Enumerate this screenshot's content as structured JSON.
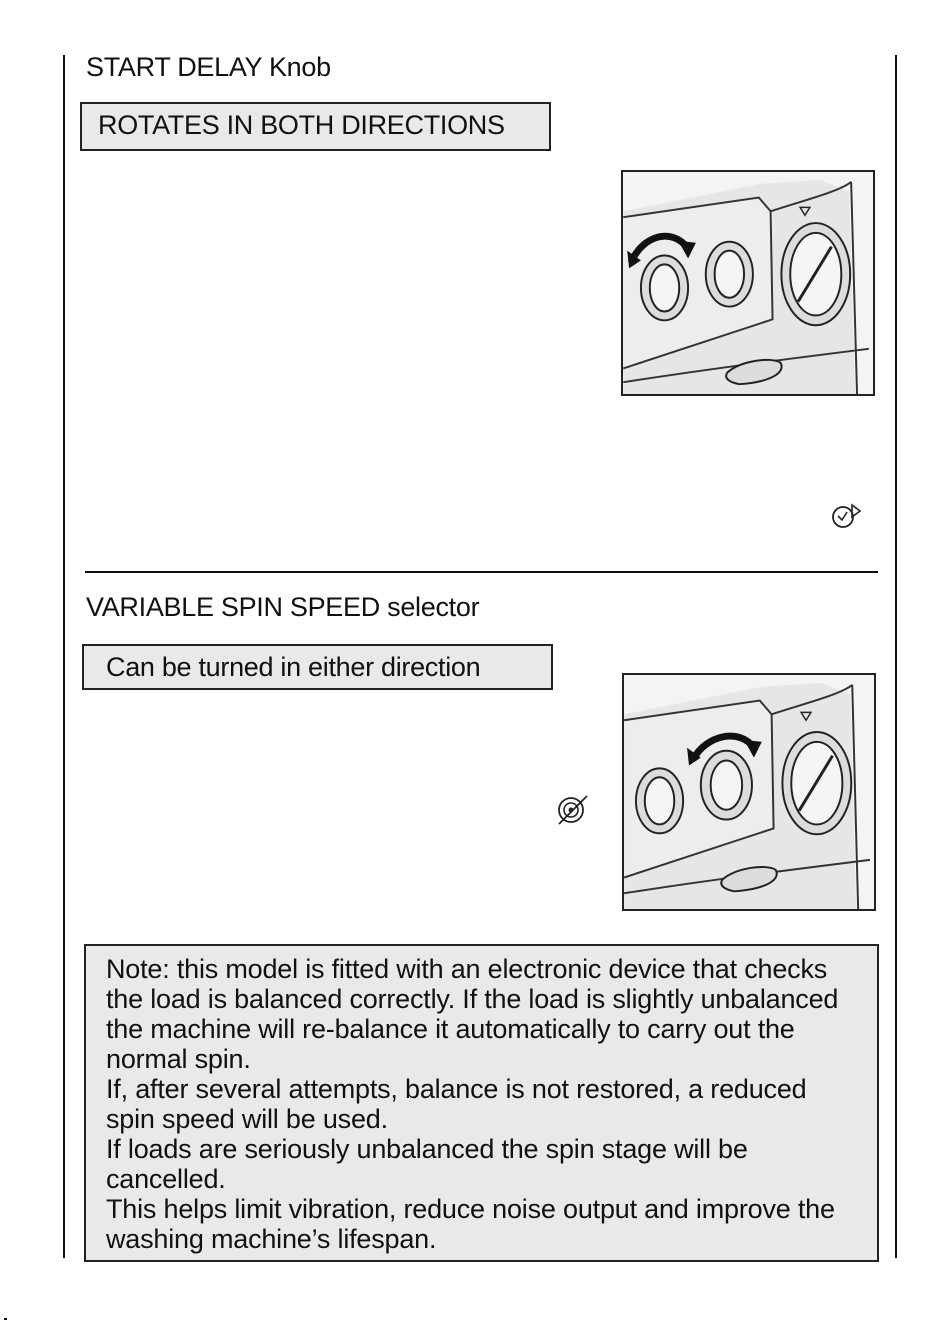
{
  "section1": {
    "title": "START DELAY Knob",
    "label": "ROTATES IN BOTH DIRECTIONS",
    "icon": "start-delay-icon"
  },
  "section2": {
    "title_main": "VARIABLE SPIN SPEED",
    "title_suffix": " selector",
    "label": "Can be turned in either direction",
    "icon": "spin-speed-icon"
  },
  "note": {
    "paragraphs": [
      "Note: this model is fitted with an electronic device that checks the load is balanced correctly. If the load is slightly unbalanced the machine will re-balance it automatically to carry out the normal spin.",
      "If, after several attempts, balance is not restored, a reduced spin speed will be used.",
      "If loads are seriously unbalanced the spin stage will be cancelled.",
      "This helps limit vibration, reduce noise output and improve the washing machine’s lifespan."
    ]
  }
}
